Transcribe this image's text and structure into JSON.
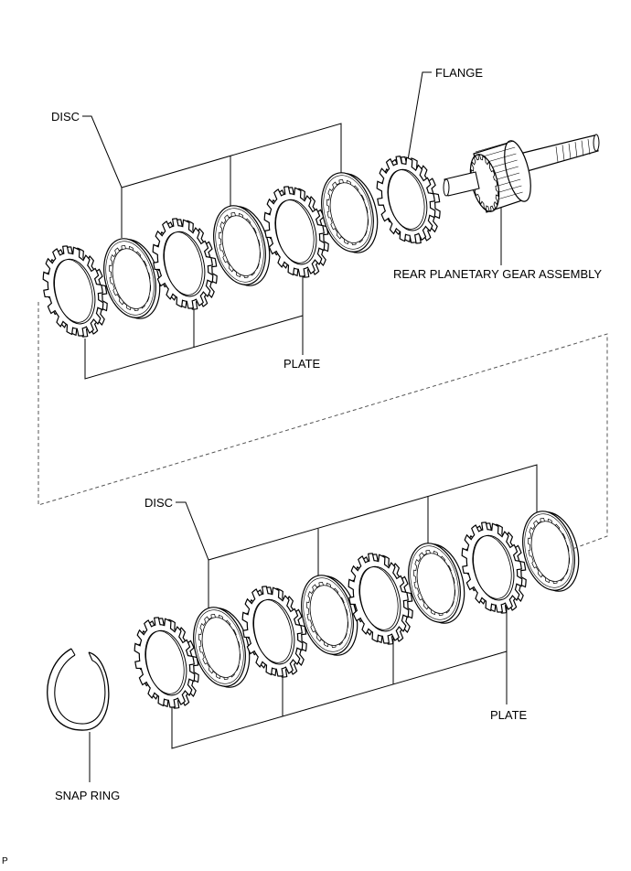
{
  "labels": {
    "disc_upper": "DISC",
    "flange": "FLANGE",
    "rear_planetary": "REAR PLANETARY GEAR ASSEMBLY",
    "plate_upper": "PLATE",
    "disc_lower": "DISC",
    "plate_lower": "PLATE",
    "snap_ring": "SNAP RING"
  },
  "corner_mark": "P"
}
